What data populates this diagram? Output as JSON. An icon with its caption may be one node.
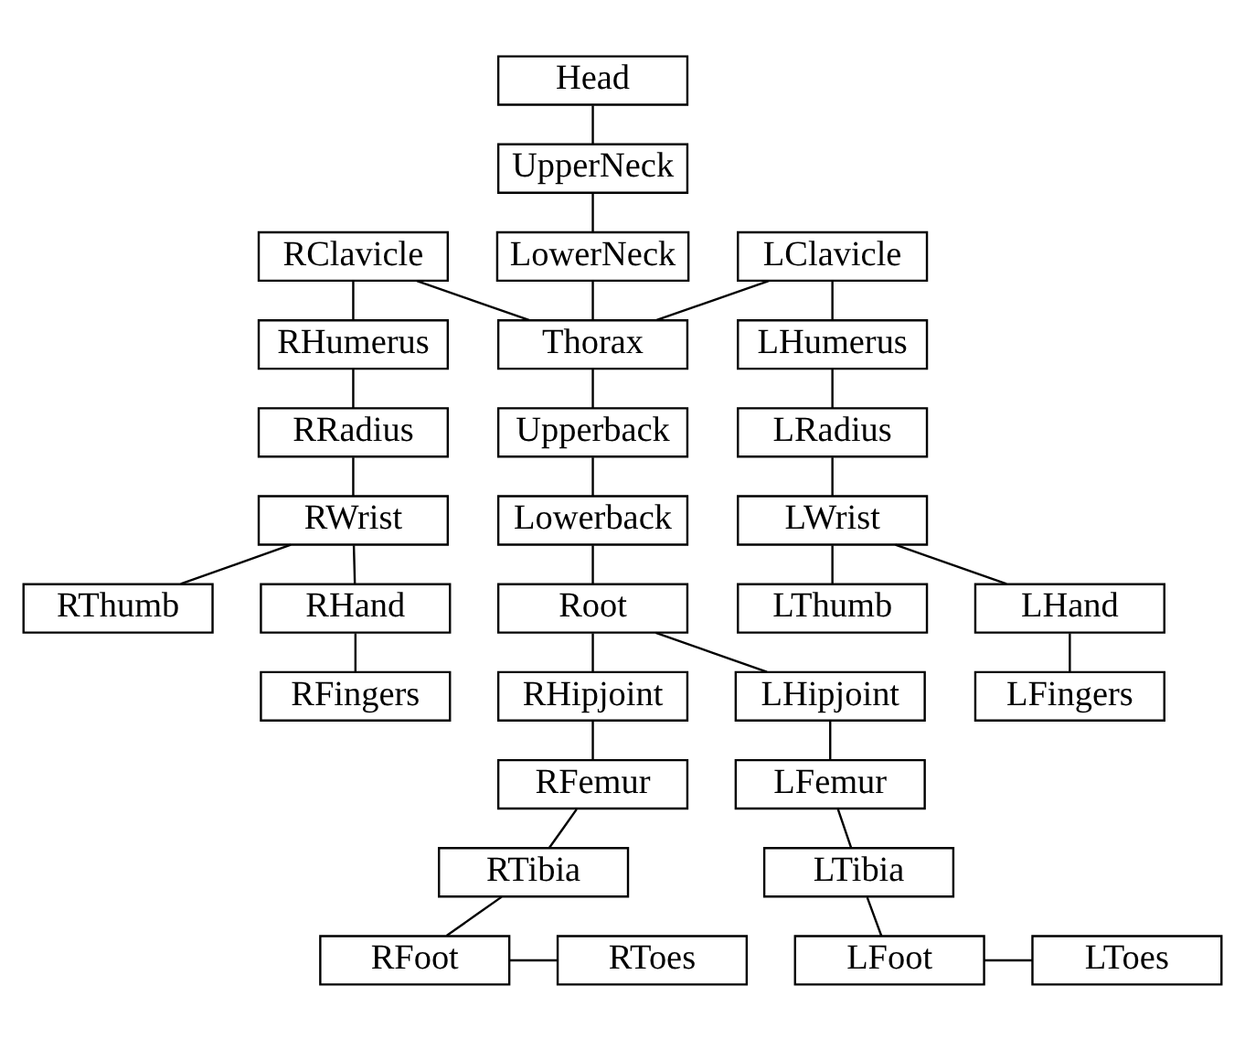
{
  "diagram": {
    "nodes": [
      {
        "text": [
          "Head"
        ]
      },
      {
        "text": [
          "UpperNeck"
        ]
      },
      {
        "text": [
          "RClavicle"
        ]
      },
      {
        "text": [
          "LowerNeck"
        ]
      },
      {
        "text": [
          "LClavicle"
        ]
      },
      {
        "text": [
          "RHumerus"
        ]
      },
      {
        "text": [
          "Thorax"
        ]
      },
      {
        "text": [
          "LHumerus"
        ]
      },
      {
        "text": [
          "RRadius"
        ]
      },
      {
        "text": [
          "Upperback"
        ]
      },
      {
        "text": [
          "LRadius"
        ]
      },
      {
        "text": [
          "RWrist"
        ]
      },
      {
        "text": [
          "Lowerback"
        ]
      },
      {
        "text": [
          "LWrist"
        ]
      },
      {
        "text": [
          "RThumb"
        ]
      },
      {
        "text": [
          "RHand"
        ]
      },
      {
        "text": [
          "Root"
        ]
      },
      {
        "text": [
          "LHand"
        ]
      },
      {
        "text": [
          "LThumb"
        ]
      },
      {
        "text": [
          "RFingers"
        ]
      },
      {
        "text": [
          "LFingers"
        ]
      },
      {
        "text": [
          "RHipjoint"
        ]
      },
      {
        "text": [
          "LHipjoint"
        ]
      },
      {
        "text": [
          "RFemur"
        ]
      },
      {
        "text": [
          "LFemur"
        ]
      },
      {
        "text": [
          "RTibia"
        ]
      },
      {
        "text": [
          "LTibia"
        ]
      },
      {
        "text": [
          "RToes"
        ]
      },
      {
        "text": [
          "RFoot"
        ]
      },
      {
        "text": [
          "LFoot"
        ]
      },
      {
        "text": [
          "LToes"
        ]
      }
    ],
    "edges": [
      {
        "from": 0,
        "to": 1,
        "arrow": "none"
      },
      {
        "from": 1,
        "to": 3,
        "arrow": "none"
      },
      {
        "from": 3,
        "to": 6,
        "arrow": "none"
      },
      {
        "from": 2,
        "to": 6,
        "arrow": "none"
      },
      {
        "from": 4,
        "to": 6,
        "arrow": "none"
      },
      {
        "from": 2,
        "to": 5,
        "arrow": "none"
      },
      {
        "from": 5,
        "to": 8,
        "arrow": "none"
      },
      {
        "from": 8,
        "to": 11,
        "arrow": "none"
      },
      {
        "from": 11,
        "to": 14,
        "arrow": "none"
      },
      {
        "from": 11,
        "to": 15,
        "arrow": "none"
      },
      {
        "from": 15,
        "to": 19,
        "arrow": "none"
      },
      {
        "from": 4,
        "to": 7,
        "arrow": "none"
      },
      {
        "from": 7,
        "to": 10,
        "arrow": "none"
      },
      {
        "from": 10,
        "to": 13,
        "arrow": "none"
      },
      {
        "from": 13,
        "to": 17,
        "arrow": "none"
      },
      {
        "from": 13,
        "to": 18,
        "arrow": "none"
      },
      {
        "from": 17,
        "to": 20,
        "arrow": "none"
      },
      {
        "from": 6,
        "to": 9,
        "arrow": "none"
      },
      {
        "from": 9,
        "to": 12,
        "arrow": "none"
      },
      {
        "from": 12,
        "to": 16,
        "arrow": "none"
      },
      {
        "from": 16,
        "to": 21,
        "arrow": "none"
      },
      {
        "from": 16,
        "to": 22,
        "arrow": "none"
      },
      {
        "from": 21,
        "to": 23,
        "arrow": "none"
      },
      {
        "from": 23,
        "to": 25,
        "arrow": "none"
      },
      {
        "from": 25,
        "to": 28,
        "arrow": "none"
      },
      {
        "from": 28,
        "to": 27,
        "arrow": "none"
      },
      {
        "from": 22,
        "to": 24,
        "arrow": "none"
      },
      {
        "from": 24,
        "to": 26,
        "arrow": "none"
      },
      {
        "from": 26,
        "to": 29,
        "arrow": "none"
      },
      {
        "from": 29,
        "to": 30,
        "arrow": "none"
      }
    ]
  }
}
